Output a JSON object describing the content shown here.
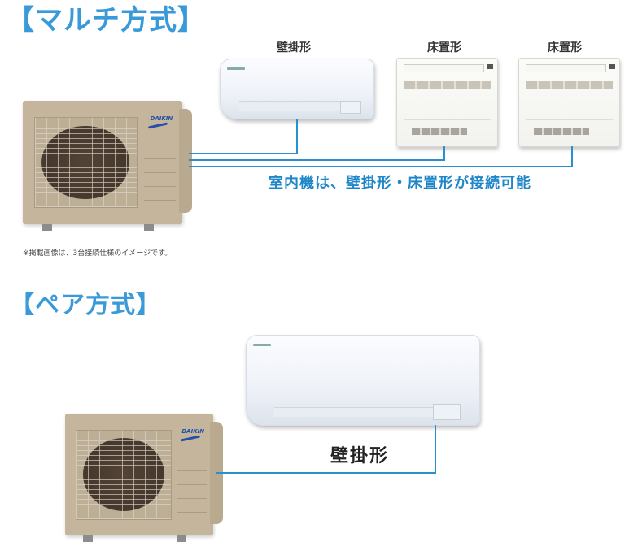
{
  "multi": {
    "title": "【マルチ方式】",
    "units": [
      {
        "label": "壁掛形",
        "type": "wall-mounted"
      },
      {
        "label": "床置形",
        "type": "floor-standing"
      },
      {
        "label": "床置形",
        "type": "floor-standing"
      }
    ],
    "caption": "室内機は、壁掛形・床置形が接続可能",
    "note": "※掲載画像は、3台接続仕様のイメージです。",
    "outdoor_logo": "DAIKIN"
  },
  "pair": {
    "title": "【ペア方式】",
    "unit_label": "壁掛形",
    "outdoor_logo": "DAIKIN"
  },
  "colors": {
    "accent_blue": "#3a9ad9",
    "pipe_blue": "#2a8fcf",
    "caption_blue": "#1f86c8",
    "outdoor_beige": "#c5b59c"
  }
}
